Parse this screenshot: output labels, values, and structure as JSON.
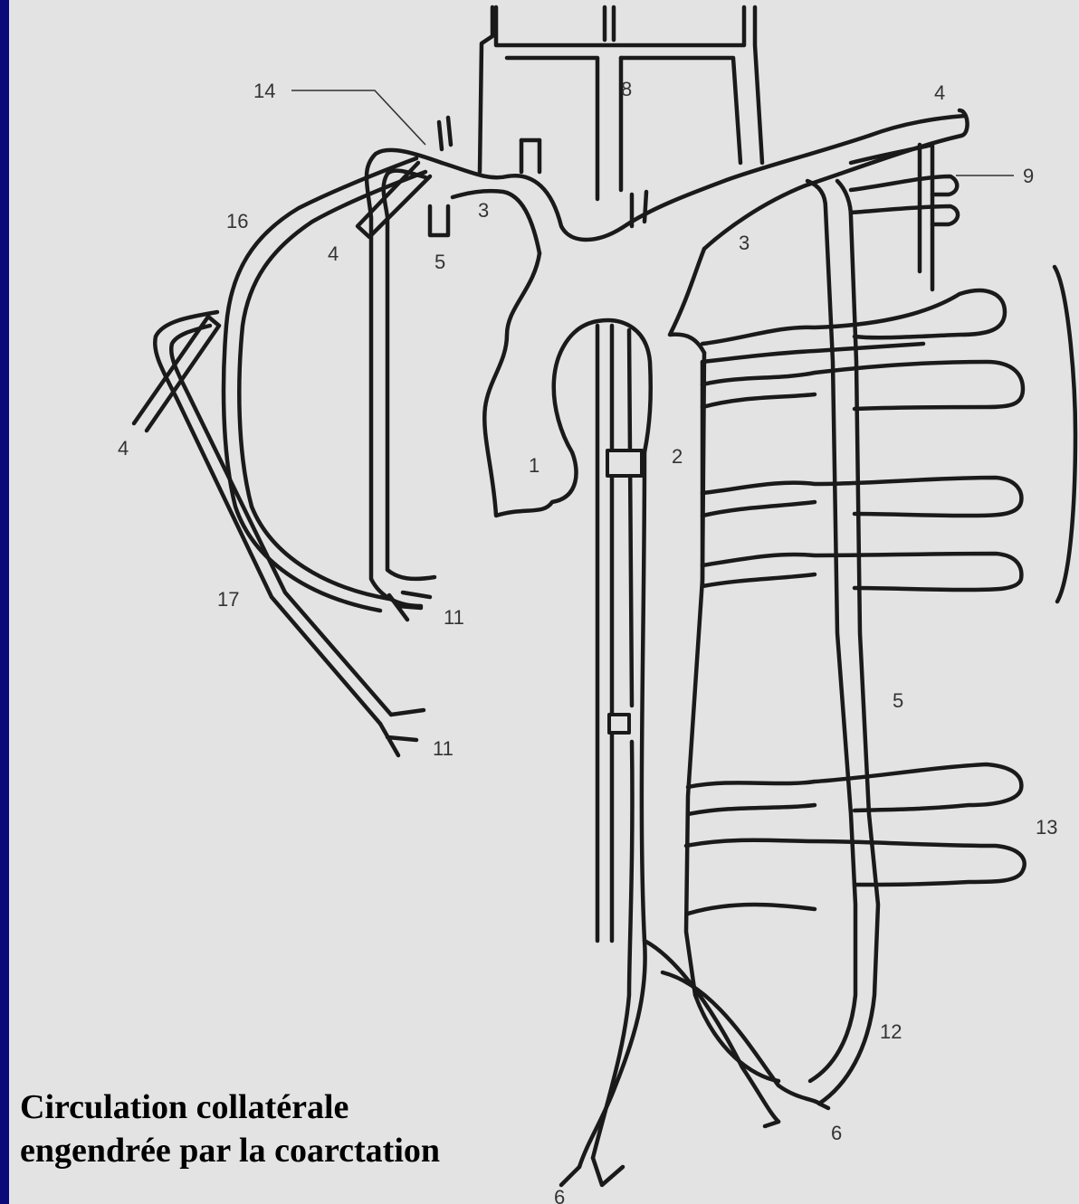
{
  "caption": {
    "line1": "Circulation collatérale",
    "line2": "engendrée par la coarctation"
  },
  "labels": {
    "n1": "1",
    "n2": "2",
    "n3_left": "3",
    "n3_right": "3",
    "n4_top_right": "4",
    "n4_left_branch": "4",
    "n4_far_left": "4",
    "n5_left": "5",
    "n5_right": "5",
    "n6_bottom_left": "6",
    "n6_bottom_right": "6",
    "n8": "8",
    "n9": "9",
    "n11_upper": "11",
    "n11_lower": "11",
    "n12": "12",
    "n13": "13",
    "n14": "14",
    "n16": "16",
    "n17": "17"
  },
  "colors": {
    "frame": "#0a0a78",
    "paper": "#e3e3e3",
    "ink": "#1a1a1a"
  }
}
